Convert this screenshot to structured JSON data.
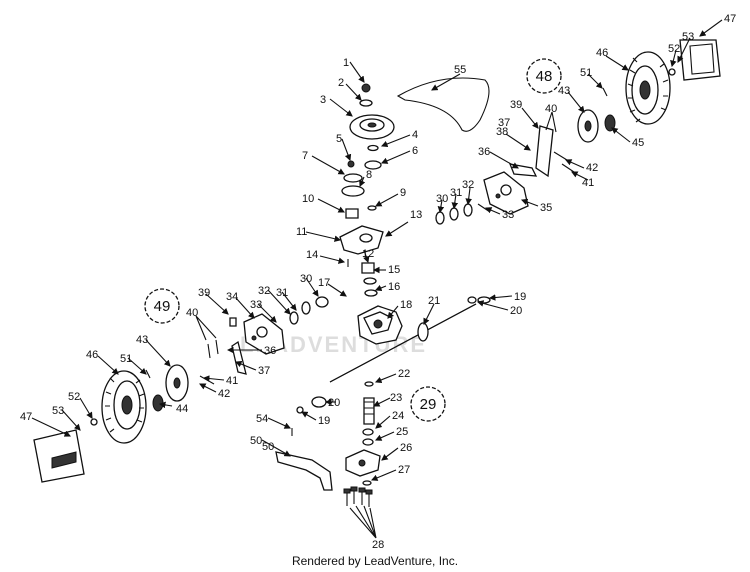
{
  "watermark": "LEADVENTURE",
  "footer": "Rendered by LeadVenture, Inc.",
  "section_callouts": [
    "48",
    "49",
    "29"
  ],
  "part_labels": [
    "1",
    "2",
    "3",
    "4",
    "5",
    "6",
    "7",
    "8",
    "9",
    "10",
    "11",
    "12",
    "13",
    "14",
    "15",
    "16",
    "17",
    "18",
    "19",
    "20",
    "21",
    "22",
    "23",
    "24",
    "25",
    "26",
    "27",
    "28",
    "30",
    "31",
    "32",
    "33",
    "34",
    "35",
    "36",
    "37",
    "38",
    "39",
    "40",
    "41",
    "42",
    "43",
    "44",
    "45",
    "46",
    "47",
    "50",
    "51",
    "52",
    "53",
    "54",
    "55"
  ]
}
